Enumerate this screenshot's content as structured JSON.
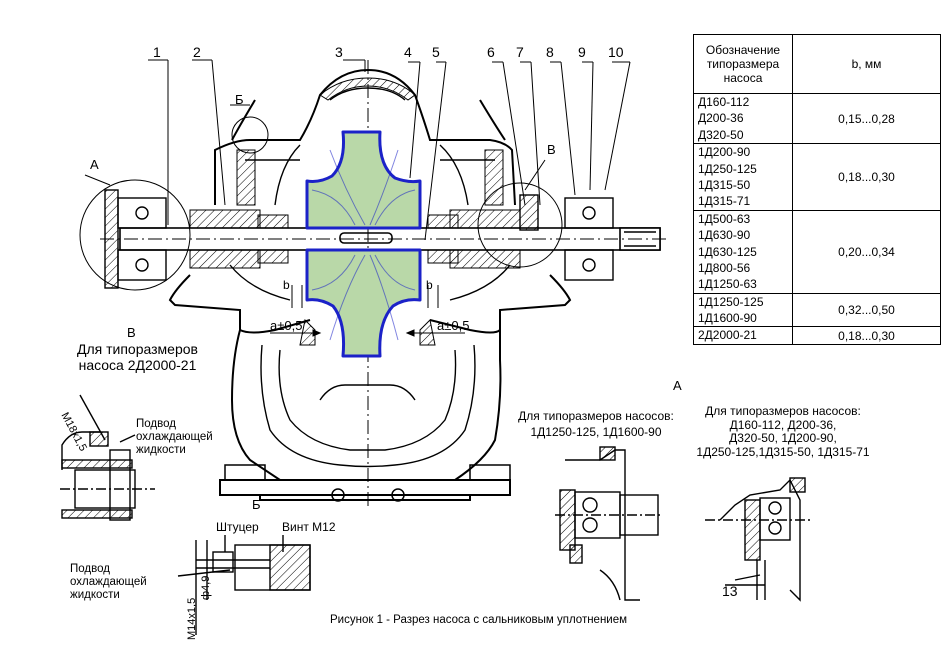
{
  "table": {
    "header_size": "Обозначение\nтипоразмера\nнасоса",
    "header_b": "b, мм",
    "groups": [
      {
        "sizes": [
          "Д160-112",
          "Д200-36",
          "Д320-50"
        ],
        "b": "0,15...0,28"
      },
      {
        "sizes": [
          "1Д200-90",
          "1Д250-125",
          "1Д315-50",
          "1Д315-71"
        ],
        "b": "0,18...0,30"
      },
      {
        "sizes": [
          "1Д500-63",
          "1Д630-90",
          "1Д630-125",
          "1Д800-56",
          "1Д1250-63"
        ],
        "b": "0,20...0,34"
      },
      {
        "sizes": [
          "1Д1250-125",
          "1Д1600-90"
        ],
        "b": "0,32...0,50"
      },
      {
        "sizes": [
          "2Д2000-21"
        ],
        "b": "0,18...0,30"
      }
    ]
  },
  "callouts": [
    "1",
    "2",
    "3",
    "4",
    "5",
    "6",
    "7",
    "8",
    "9",
    "10"
  ],
  "callout_13": "13",
  "view_letters": {
    "a": "А",
    "b": "Б",
    "v": "В"
  },
  "dims": {
    "b": "b",
    "a": "a±0,5"
  },
  "labels": {
    "view_v_title": "В",
    "view_v_caption": "Для типоразмеров\nнасоса 2Д2000-21",
    "m18": "M18x1,5",
    "coolant_1": "Подвод\nохлаждающей\nжидкости",
    "coolant_2": "Подвод\nохлаждающей\nжидкости",
    "fitting": "Штуцер",
    "screw": "Винт М12",
    "m14": "M14x1,5",
    "d49": "ф4,9",
    "view_b_title": "Б",
    "mid_caption": "Для типоразмеров насосов:\n1Д1250-125, 1Д1600-90",
    "view_a_title": "А",
    "right_caption": "Для типоразмеров насосов:\nД160-112, Д200-36,\nД320-50, 1Д200-90,\n1Д250-125,1Д315-50, 1Д315-71",
    "figure_caption": "Рисунок 1 - Разрез насоса с сальниковым уплотнением"
  },
  "colors": {
    "impeller_fill": "#b9d8a8",
    "impeller_outline": "#1b22c8",
    "line": "#000000"
  }
}
